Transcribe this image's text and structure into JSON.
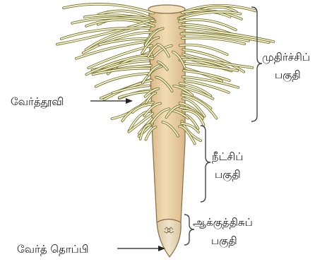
{
  "labels": {
    "maturation_zone_line1": "முதிர்ச்சிப்",
    "maturation_zone_line2": "பகுதி",
    "elongation_zone_line1": "நீட்சிப்",
    "elongation_zone_line2": "பகுதி",
    "meristematic_zone_line1": "ஆக்குத்திசுப்",
    "meristematic_zone_line2": "பகுதி",
    "root_hair": "வேர்த்தூவி",
    "root_cap": "வேர்த் தொப்பி"
  },
  "colors": {
    "root_body": "#e9cda1",
    "root_cap": "#e6d7b7",
    "root_hair_fill": "#f1efc4",
    "root_hair_outline": "#6e6a2c",
    "brace": "#444444"
  }
}
